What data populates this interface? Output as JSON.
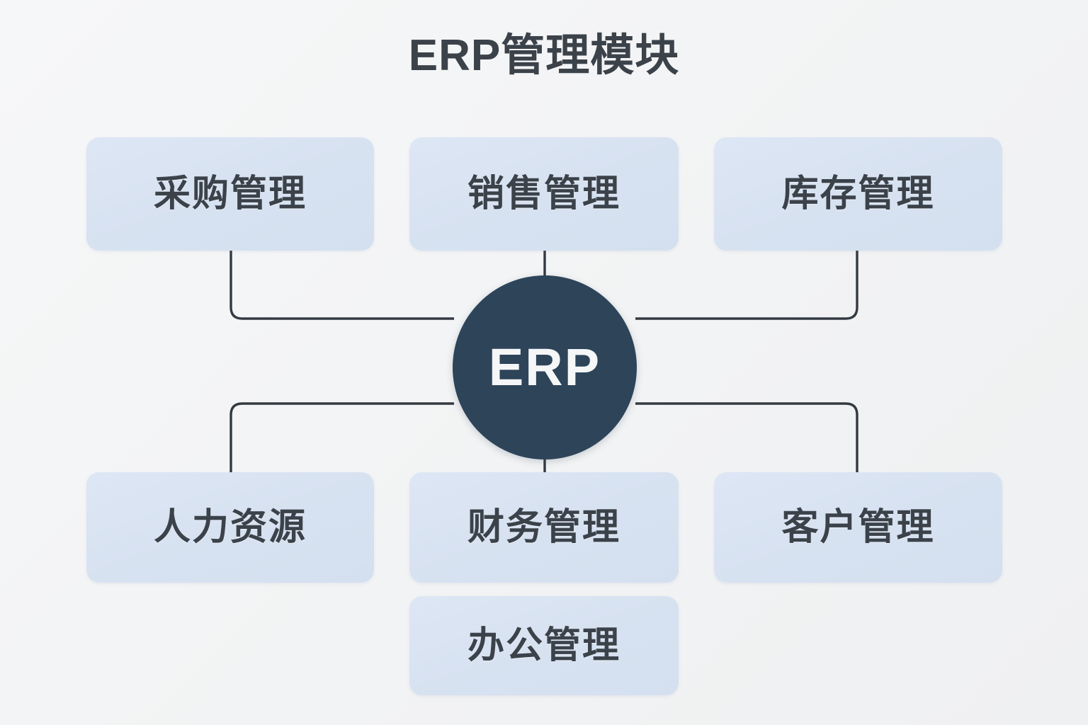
{
  "diagram": {
    "title": "ERP管理模块",
    "type": "hub-and-spoke",
    "center": {
      "label": "ERP",
      "shape": "circle",
      "fill_color": "#2d4459",
      "text_color": "#f5f6f7"
    },
    "background_color": "#f4f5f6",
    "node_fill_color": "#d9e3f2",
    "node_text_color": "#3b424a",
    "connector_color": "#333a42",
    "nodes": [
      {
        "id": "purchase",
        "label": "采购管理",
        "row": "top",
        "column": "left",
        "connected_to_center": true
      },
      {
        "id": "sales",
        "label": "销售管理",
        "row": "top",
        "column": "center",
        "connected_to_center": true
      },
      {
        "id": "inventory",
        "label": "库存管理",
        "row": "top",
        "column": "right",
        "connected_to_center": true
      },
      {
        "id": "hr",
        "label": "人力资源",
        "row": "bottom",
        "column": "left",
        "connected_to_center": true
      },
      {
        "id": "finance",
        "label": "财务管理",
        "row": "bottom",
        "column": "center",
        "connected_to_center": true
      },
      {
        "id": "customer",
        "label": "客户管理",
        "row": "bottom",
        "column": "right",
        "connected_to_center": true
      },
      {
        "id": "office",
        "label": "办公管理",
        "row": "extra",
        "column": "center",
        "connected_to_center": false
      }
    ]
  }
}
